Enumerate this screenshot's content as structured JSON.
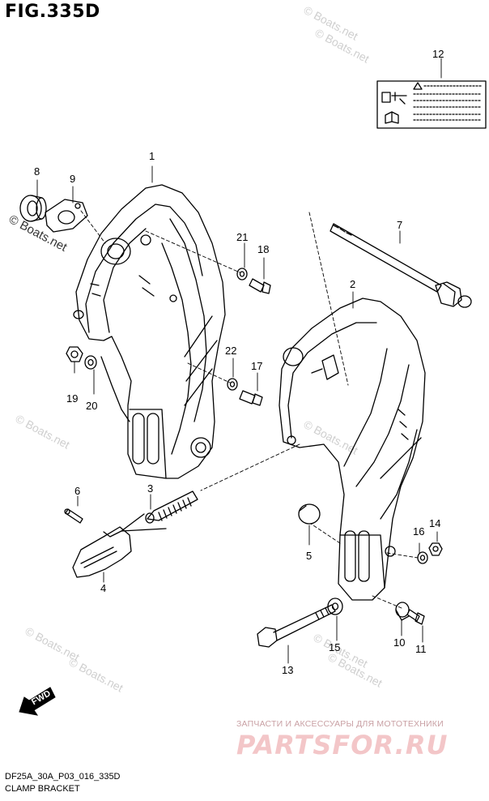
{
  "figure": {
    "title": "FIG.335D",
    "code": "DF25A_30A_P03_016_335D",
    "name": "CLAMP BRACKET"
  },
  "fwd_label": "FWD",
  "watermark": "© Boats.net",
  "reseller": {
    "tagline": "ЗАПЧАСТИ И АКСЕССУАРЫ ДЛЯ МОТОТЕХНИКИ",
    "logo": "PARTSFOR.RU"
  },
  "callouts": [
    "1",
    "2",
    "3",
    "4",
    "5",
    "6",
    "7",
    "8",
    "9",
    "10",
    "11",
    "12",
    "13",
    "14",
    "15",
    "16",
    "17",
    "18",
    "19",
    "20",
    "21",
    "22"
  ]
}
